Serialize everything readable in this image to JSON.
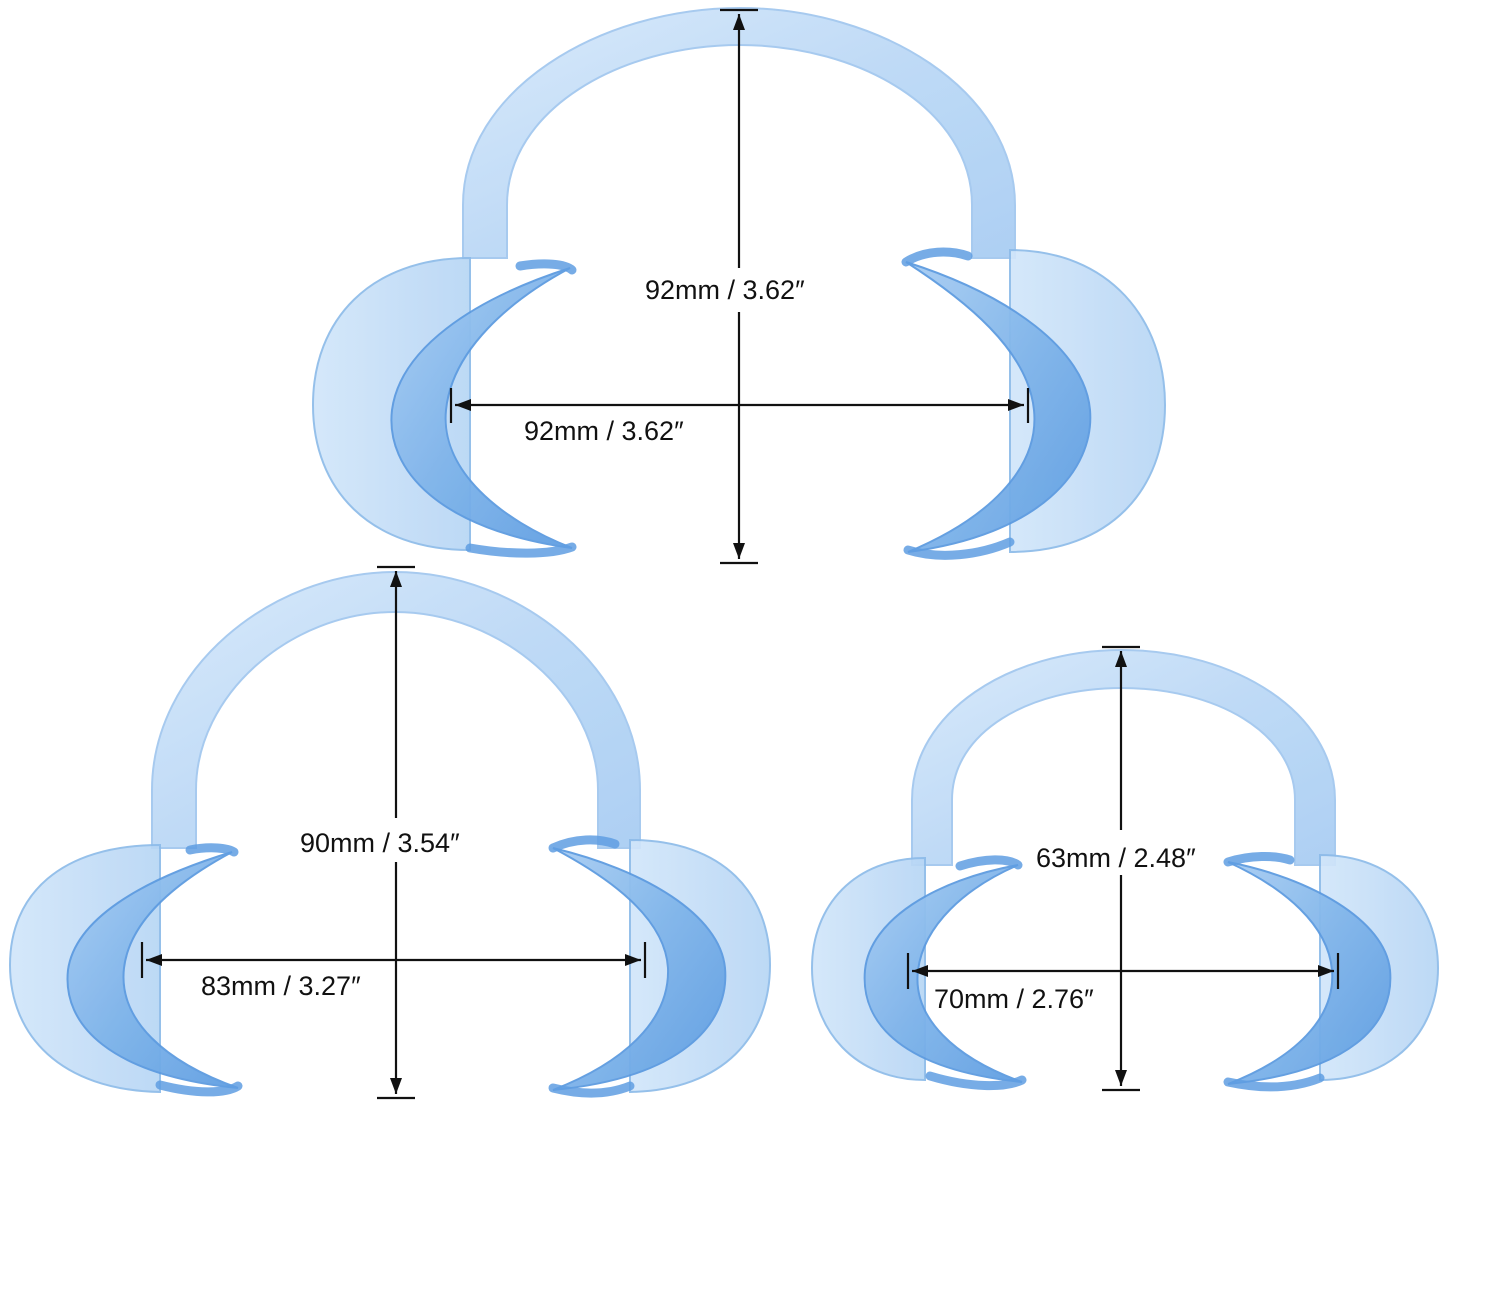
{
  "colors": {
    "background": "#ffffff",
    "plastic_light": "#cfe3f8",
    "plastic_mid": "#9cc6f0",
    "plastic_deep": "#6fa8e6",
    "dimension_ink": "#111111"
  },
  "retractors": [
    {
      "id": "large",
      "height_label": "92mm / 3.62″",
      "width_label": "92mm / 3.62″"
    },
    {
      "id": "medium",
      "height_label": "90mm / 3.54″",
      "width_label": "83mm / 3.27″"
    },
    {
      "id": "small",
      "height_label": "63mm / 2.48″",
      "width_label": "70mm / 2.76″"
    }
  ]
}
